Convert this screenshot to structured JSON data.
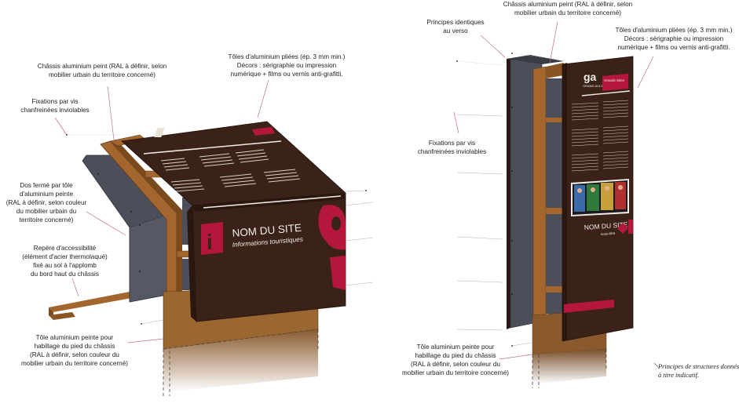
{
  "colors": {
    "panel_brown": "#3a2218",
    "panel_brown_dark": "#2a170f",
    "frame_wood": "#a3662e",
    "frame_wood_dark": "#7a4a1f",
    "back_sheet": "#4c4f5a",
    "accent_red": "#b5173c",
    "leader_line": "#c07088",
    "leader_gray": "#b0b0b0"
  },
  "left_sign": {
    "annotations": [
      {
        "id": "chassis",
        "text": "Châssis aluminium peint (RAL à définir, selon\nmobilier urbain du territoire concerné)"
      },
      {
        "id": "toles",
        "text": "Tôles d'aluminium pliées (ép. 3 mm min.)\nDécors : sérigraphie ou impression\nnumérique + films ou vernis anti-grafitti."
      },
      {
        "id": "fixations",
        "text": "Fixations par vis\nchanfreinées inviolables"
      },
      {
        "id": "dos",
        "text": "Dos fermé par tôle\nd'aluminium peinte\n(RAL à définir, selon couleur\ndu mobilier urbain du\nterritoire concerné)"
      },
      {
        "id": "repere",
        "text": "Repère d'accessibilité\n(élément d'acier thermolaqué)\nfixé au sol à l'applomb\ndu bord haut du châssis"
      },
      {
        "id": "pied",
        "text": "Tôle aluminium peinte pour\nhabillage du pied du châssis\n(RAL à définir, selon couleur du\nmobilier urbain du territoire concerné)"
      }
    ],
    "panel": {
      "site_name": "NOM DU SITE",
      "subtitle": "Informations touristiques",
      "info_glyph": "i",
      "logo_glyph": "g"
    }
  },
  "right_sign": {
    "annotations": [
      {
        "id": "chassis",
        "text": "Châssis aluminium peint (RAL à définir, selon\nmobilier urbain du territoire concerné)"
      },
      {
        "id": "principes",
        "text": "Principes identiques\nau verso"
      },
      {
        "id": "toles",
        "text": "Tôles d'aluminium pliées (ép. 3 mm min.)\nDécors : sérigraphie ou impression\nnumérique + films ou vernis anti-grafitti."
      },
      {
        "id": "fixations",
        "text": "Fixations par vis\nchanfreinées inviolables"
      },
      {
        "id": "pied",
        "text": "Tôle aluminium peinte pour\nhabillage du pied du châssis\n(RAL à définir, selon couleur du\nmobilier urbain du territoire concerné)"
      }
    ],
    "panel": {
      "logo_top": "ga",
      "logo_name": "GRAND AUCH",
      "header_tag": "Grands Sites",
      "site_name": "NOM DU SITE",
      "subtitle": "sous-titre"
    }
  },
  "footnote": "Principes de structures donnés\nà titre indicatif."
}
